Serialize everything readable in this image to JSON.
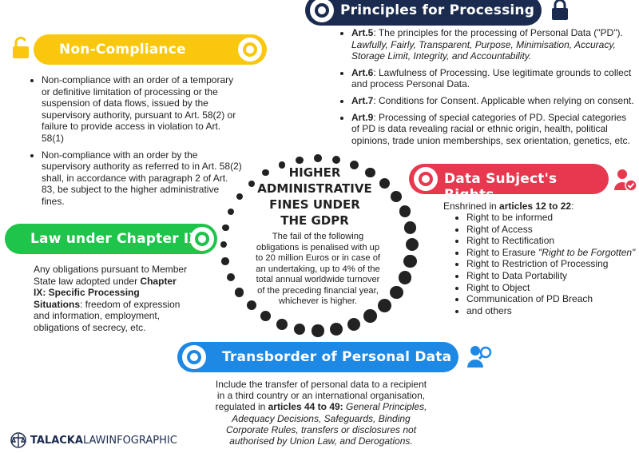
{
  "colors": {
    "yellow": "#f9c80e",
    "green": "#1fc44a",
    "navy": "#1b2b4f",
    "red": "#e8384f",
    "blue": "#1e88e5",
    "text": "#222222"
  },
  "principles": {
    "title": "Principles for Processing",
    "icon": "padlock-icon",
    "art5_label": "Art.5",
    "art5_text": ": The principles for the processing of Personal Data (\"PD\").",
    "art5_italic": "Lawfully, Fairly, Transparent, Purpose, Minimisation, Accuracy, Storage Limit, Integrity, and Accountability.",
    "art6_label": "Art.6",
    "art6_text": ": Lawfulness of Processing. Use legitimate grounds to collect and process Personal Data.",
    "art7_label": "Art.7",
    "art7_text": ": Conditions for Consent. Applicable when relying on consent.",
    "art9_label": "Art.9",
    "art9_text": ": Processing of special categories of PD. Special categories of PD is data revealing racial or ethnic origin, health, political opinions, trade union memberships, sex orientation, genetics, etc."
  },
  "noncompliance": {
    "title": "Non-Compliance",
    "icon": "unlocked-padlock-icon",
    "item1": "Non-compliance with an order of a temporary or definitive limitation of processing or the suspension of data flows, issued by the supervisory authority, pursuant to Art. 58(2) or failure to provide access in violation to Art. 58(1)",
    "item2": "Non-compliance with an order by the supervisory authority as referred to in Art. 58(2) shall, in accordance with paragraph 2 of Art. 83, be subject to the higher administrative fines."
  },
  "law": {
    "title": "Law under Chapter IX",
    "text1": "Any obligations pursuant to Member State law adopted under ",
    "bold": "Chapter IX: Specific Processing Situations",
    "text2": ": freedom of expression and information, employment, obligations of secrecy, etc."
  },
  "center": {
    "title": "HIGHER ADMINISTRATIVE FINES UNDER THE GDPR",
    "body": "The fail of the following obligations is penalised with up to 20 million Euros or in case of an undertaking, up to 4% of the total annual worldwide turnover of the preceding financial year, whichever is higher."
  },
  "rights": {
    "title": "Data Subject's Rights",
    "icon": "user-check-icon",
    "intro": "Enshrined in ",
    "intro_bold": "articles 12 to 22",
    "intro_end": ":",
    "items": [
      "Right to be informed",
      "Right of Access",
      "Right to Rectification",
      "Right to Erasure ",
      "Right to Restriction of Processing",
      "Right to Data Portability",
      "Right to Object",
      "Communication of PD Breach",
      "and others"
    ],
    "erasure_italic": "\"Right to be Forgotten\""
  },
  "transborder": {
    "title": "Transborder of Personal Data",
    "icon": "user-search-icon",
    "text1": "Include the transfer of personal data to a recipient in a third country or an international organisation, regulated in ",
    "bold": "articles 44 to 49:",
    "italic": " General Principles, Adequacy Decisions, Safeguards, Binding Corporate Rules, transfers or disclosures not authorised by Union Law, and Derogations."
  },
  "logo": {
    "brand": "TALACKA",
    "suffix": "LAWINFOGRAPHIC",
    "icon": "scales-globe-icon"
  }
}
